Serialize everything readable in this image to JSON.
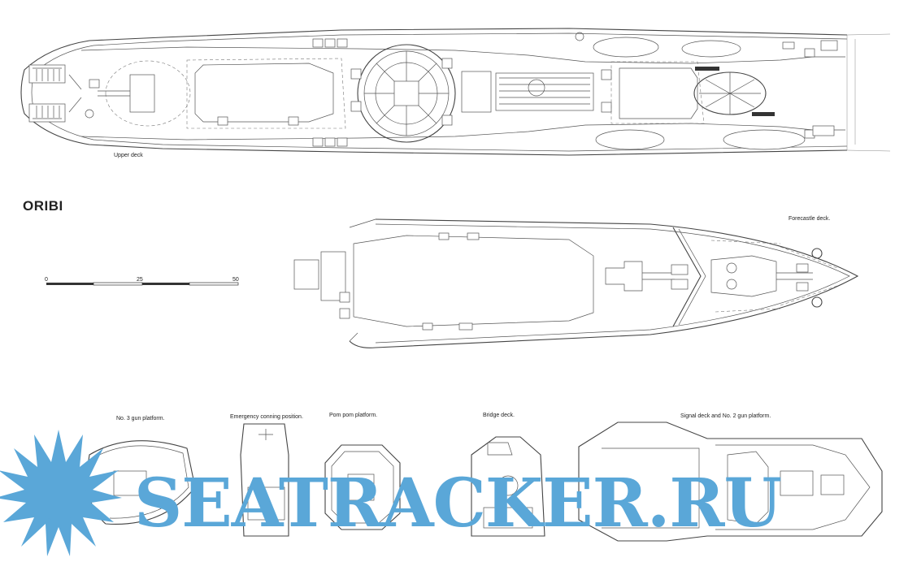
{
  "title": "ORIBI",
  "labels": {
    "upper_deck": "Upper deck",
    "forecastle_deck": "Forecastle deck.",
    "no3_gun": "No. 3 gun platform.",
    "emergency": "Emergency conning position.",
    "pompom": "Pom pom platform.",
    "bridge": "Bridge deck.",
    "signal": "Signal deck and No. 2 gun platform."
  },
  "scale": {
    "ticks": [
      "0",
      "25",
      "50"
    ]
  },
  "watermark": "SEATRACKER.RU",
  "colors": {
    "watermark": "#5aa7d8",
    "lines": "#555555"
  }
}
